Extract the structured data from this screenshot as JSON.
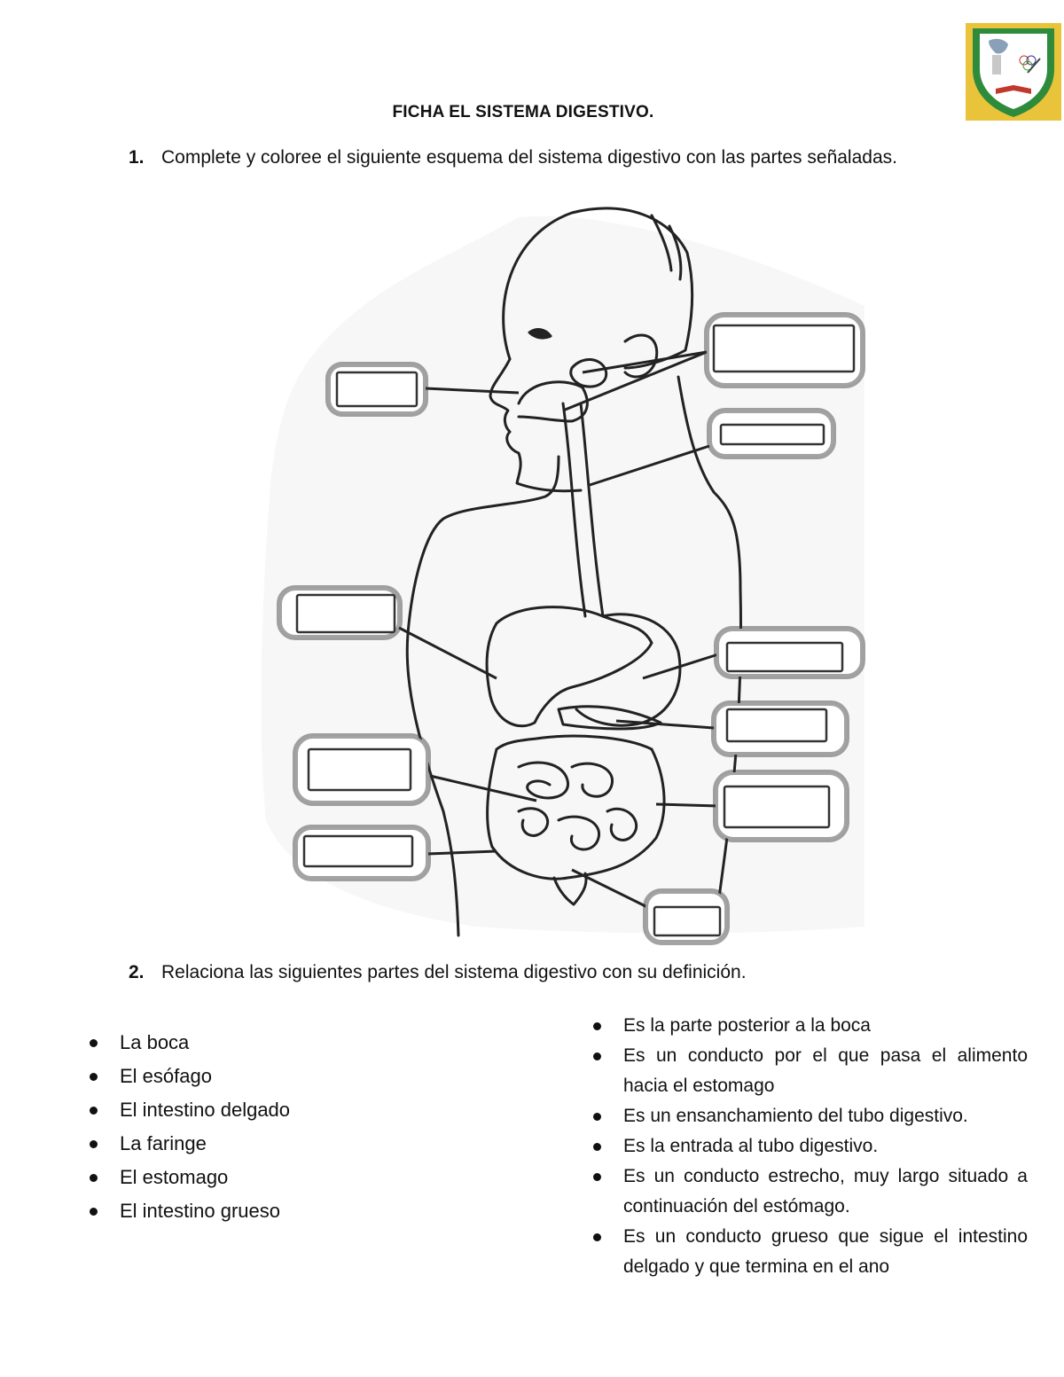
{
  "header": {
    "title": "FICHA EL SISTEMA DIGESTIVO."
  },
  "question1": {
    "number": "1.",
    "text": "Complete y coloree el siguiente esquema del sistema digestivo con las partes señaladas."
  },
  "question2": {
    "number": "2.",
    "text": "Relaciona las siguientes partes del sistema digestivo con su definición."
  },
  "parts": [
    "La boca",
    "El esófago",
    "El intestino delgado",
    "La faringe",
    "El estomago",
    "El intestino grueso"
  ],
  "definitions": [
    "Es la parte posterior a la boca",
    "Es un conducto por el que pasa el alimento hacia el estomago",
    "Es un ensanchamiento del tubo digestivo.",
    "Es la entrada al tubo digestivo.",
    "Es un conducto estrecho, muy largo situado a continuación del estómago.",
    "Es un conducto grueso que sigue el intestino delgado y que termina en el ano"
  ],
  "colors": {
    "crest_yellow": "#e9c43a",
    "crest_green": "#2e8b3c",
    "line": "#222222"
  },
  "icons": {
    "crest": "school-crest-icon"
  }
}
